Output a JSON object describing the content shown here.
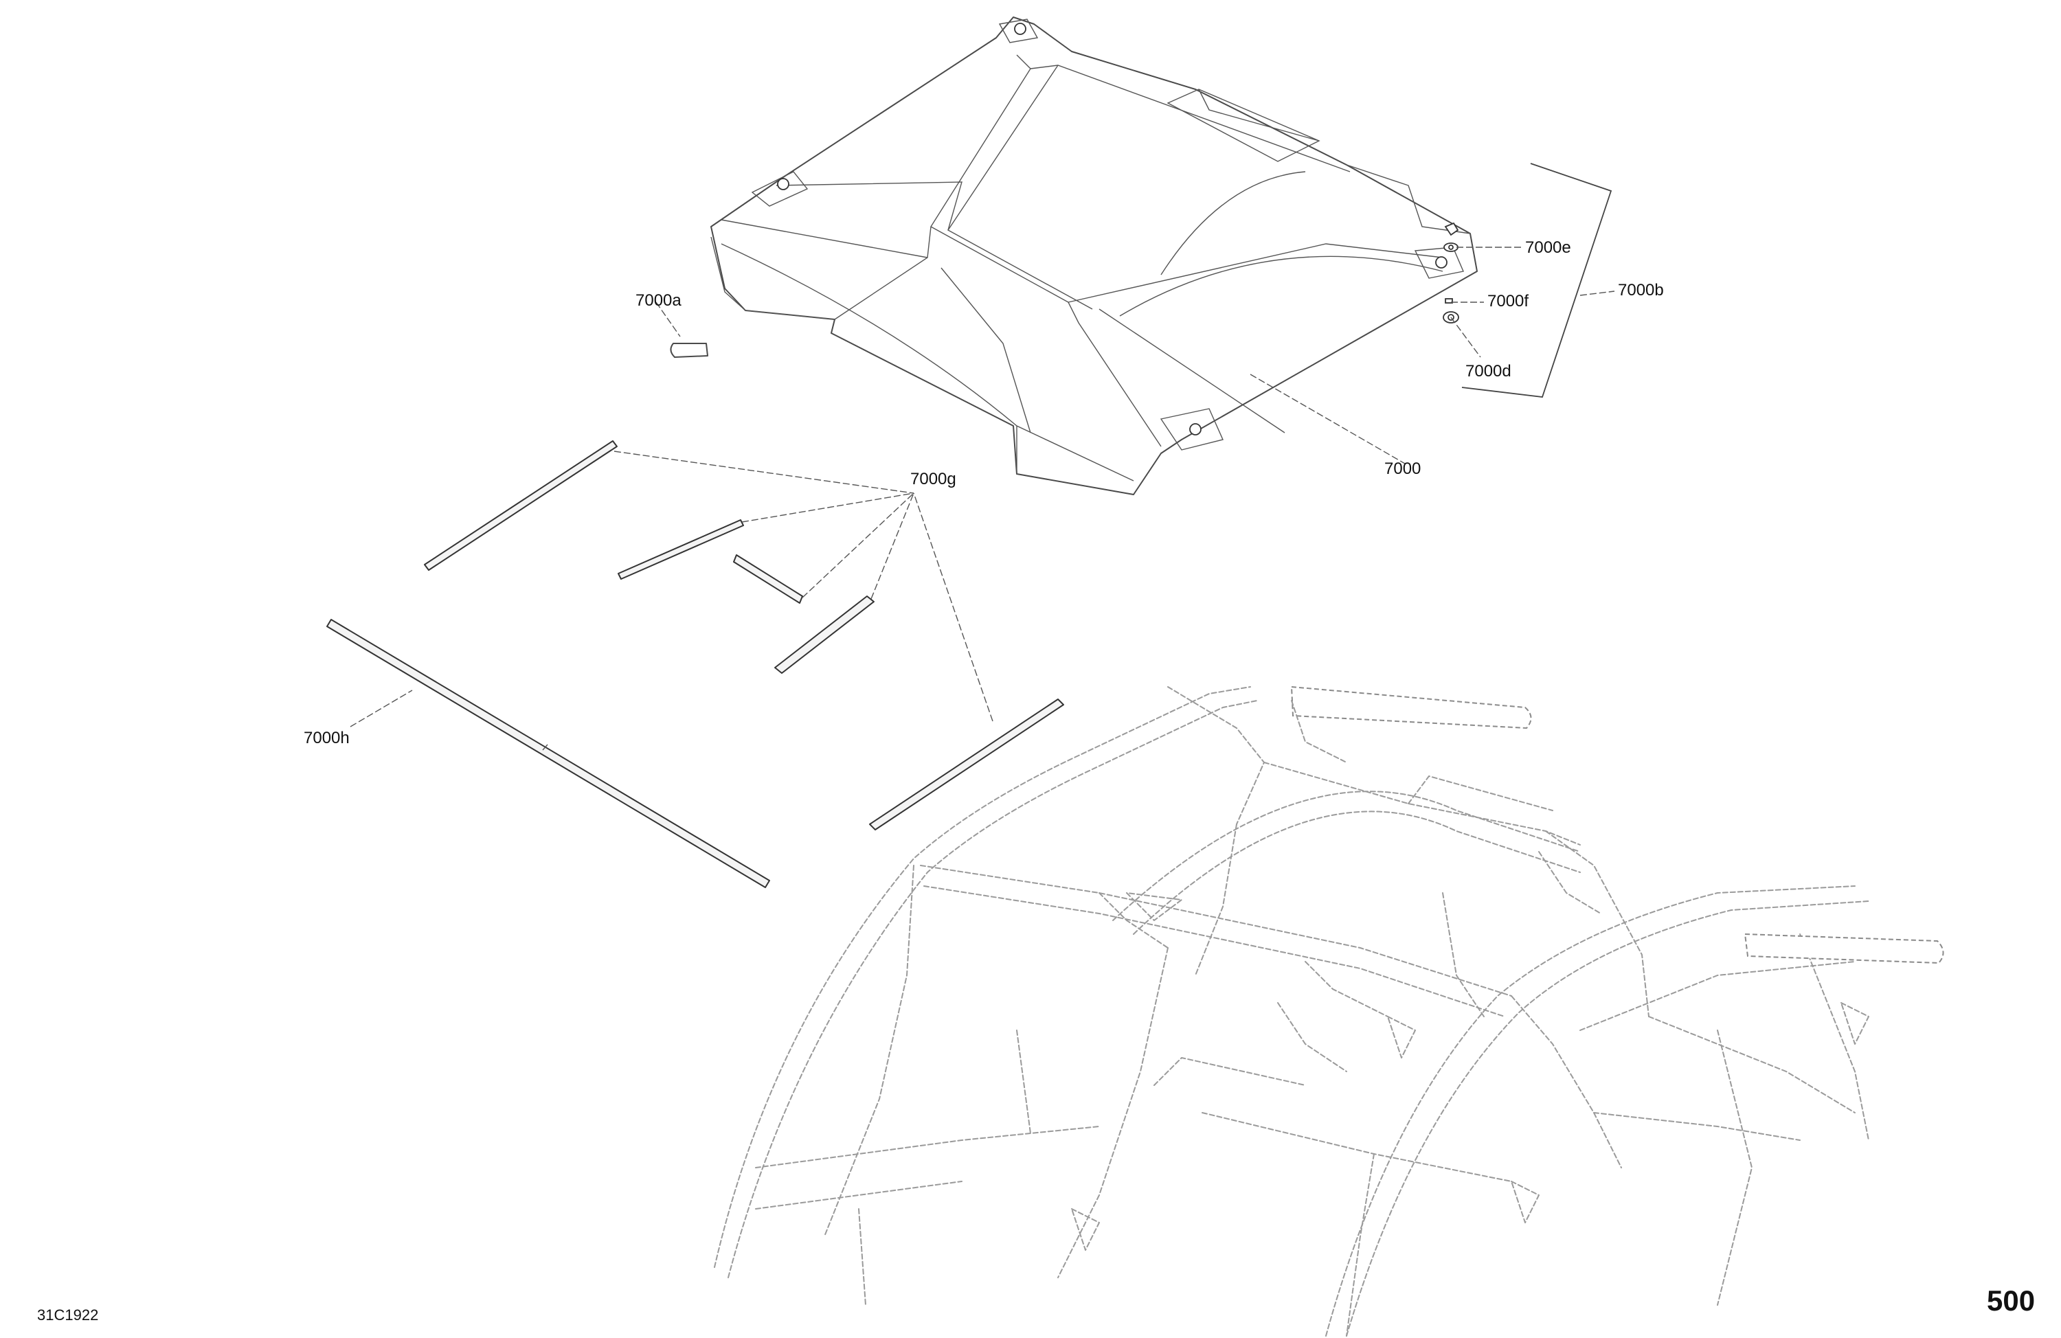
{
  "callouts": {
    "p7000": "7000",
    "p7000a": "7000a",
    "p7000b": "7000b",
    "p7000d": "7000d",
    "p7000e": "7000e",
    "p7000f": "7000f",
    "p7000g": "7000g",
    "p7000h": "7000h"
  },
  "drawing_id": "31C1922",
  "page_number": "500"
}
